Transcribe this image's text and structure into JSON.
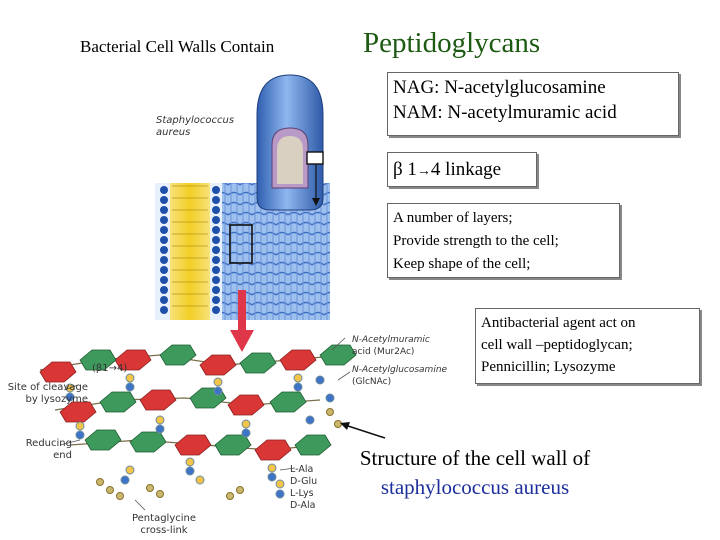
{
  "title": {
    "prefix": "Bacterial Cell Walls Contain",
    "main": "Peptidoglycans"
  },
  "definitions": {
    "nag": "NAG: N-acetylglucosamine",
    "nam": "NAM: N-acetylmuramic acid"
  },
  "linkage": {
    "beta": "β",
    "text": " 1",
    "arrow": "→",
    "tail": "4 linkage"
  },
  "layers_box": [
    "A number of layers;",
    "Provide strength to the cell;",
    "Keep shape of the cell;"
  ],
  "antibiotic_box": [
    "Antibacterial agent act on",
    "cell wall –peptidoglycan;",
    "Pennicillin; Lysozyme"
  ],
  "caption": {
    "line1": "Structure of the cell wall of",
    "line2": "staphylococcus aureus"
  },
  "figure_labels": {
    "organism": [
      "Staphylococcus",
      "aureus"
    ],
    "nam_label": [
      "N-Acetylmuramic",
      "acid (Mur2Ac)"
    ],
    "nag_label": [
      "N-Acetylglucosamine",
      "(GlcNAc)"
    ],
    "beta_link": "(β1→4)",
    "cleavage": [
      "Site of cleavage",
      "by lysozyme"
    ],
    "reducing": [
      "Reducing",
      "end"
    ],
    "amino_acids": [
      "L-Ala",
      "D-Glu",
      "L-Lys",
      "D-Ala"
    ],
    "pentaglycine": [
      "Pentaglycine",
      "cross-link"
    ]
  },
  "colors": {
    "title_accent": "#1d5a12",
    "caption_accent": "#1c2f9c",
    "cell_blue": "#4a7fd1",
    "membrane_yellow": "#f3d12f",
    "nam_red": "#d93636",
    "nag_green": "#3e9a5c",
    "arrow_red": "#e0364a"
  }
}
